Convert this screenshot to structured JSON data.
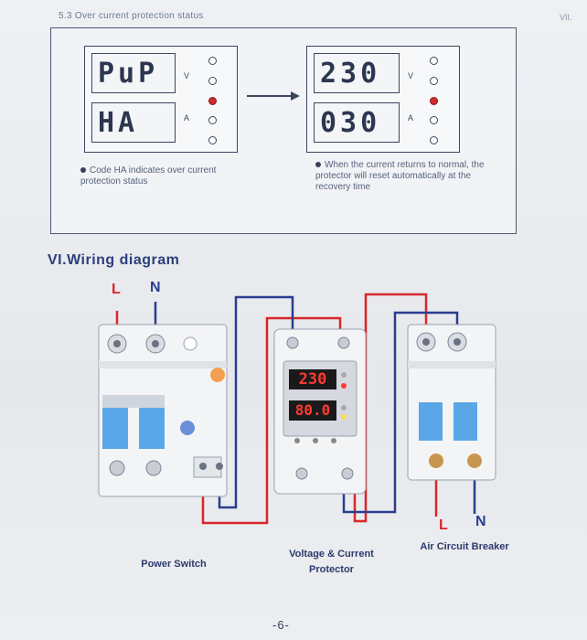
{
  "header": {
    "section_title": "5.3 Over current protection status",
    "corner_label": "VII."
  },
  "status_left": {
    "top_display": "PuP",
    "top_unit": "V",
    "bottom_display": "HA",
    "bottom_unit": "A",
    "note": "Code HA indicates over current protection status"
  },
  "status_right": {
    "top_display": "230",
    "top_unit": "V",
    "bottom_display": "030",
    "bottom_unit": "A",
    "note": "When the current returns to normal, the protector will reset automatically at the recovery time"
  },
  "wiring": {
    "heading": "VI.Wiring diagram",
    "input_l": "L",
    "input_n": "N",
    "output_l": "L",
    "output_n": "N",
    "protector_voltage": "230",
    "protector_current": "80.0",
    "caption_power": "Power Switch",
    "caption_protector": "Voltage & Current Protector",
    "caption_breaker": "Air Circuit Breaker"
  },
  "footer": {
    "page_number": "-6-"
  },
  "colors": {
    "live_wire": "#d9262a",
    "neutral_wire": "#2a3d8f",
    "device_body": "#f3f4f6",
    "breaker_lever": "#5aa7e8",
    "lcd_digits": "#ff3b2f"
  }
}
